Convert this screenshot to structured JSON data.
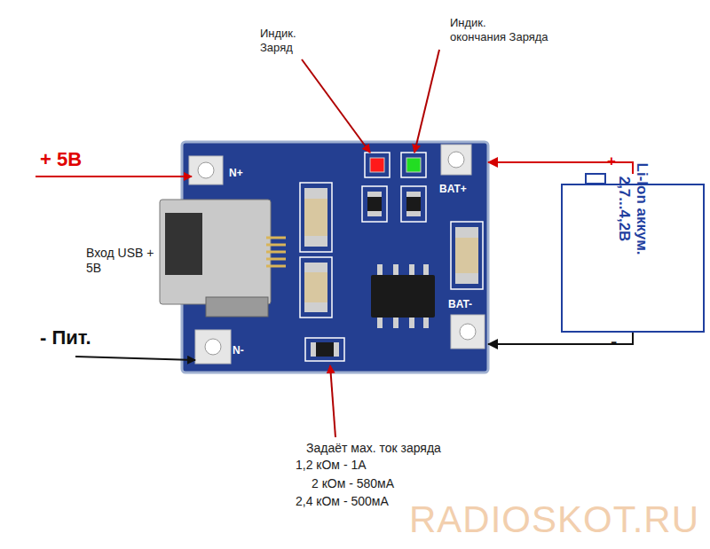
{
  "diagram": {
    "nodes": [
      {
        "text": [
          "N+",
          "BAT+",
          "BAT-",
          "N-"
        ]
      },
      {
        "text": [
          "Li-Ion аккум. 2,7...4,2В"
        ]
      }
    ],
    "edges": [
      {
        "from": 1,
        "to": 0,
        "arrow": "to"
      },
      {
        "from": 1,
        "to": 0,
        "arrow": "to"
      }
    ],
    "labels": [
      "Индик. Заряд",
      "Индик. окончания Заряда",
      "+ 5В",
      "Вход USB + 5В",
      "- Пит.",
      "+",
      "-",
      "Задаёт мах. ток заряда",
      "1,2 кОм - 1А",
      "2 кОм - 580мА",
      "2,4 кОм - 500мА",
      "RADIOSKOT.RU"
    ]
  }
}
